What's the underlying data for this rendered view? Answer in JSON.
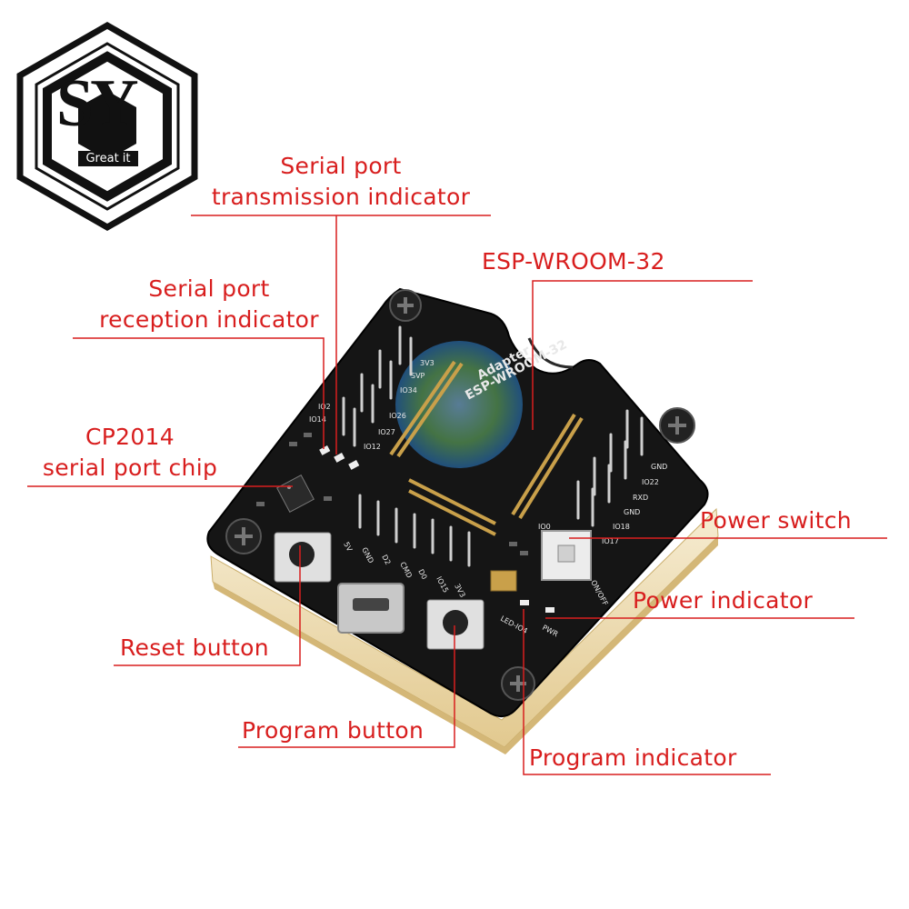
{
  "logo": {
    "letters": "SY",
    "tagline": "Great it"
  },
  "board": {
    "silkscreen_title_1": "Adapter",
    "silkscreen_title_2": "ESP-WROOM-32",
    "pins_left": [
      "3V3",
      "SVP",
      "IO34",
      "IO26",
      "IO27",
      "IO12"
    ],
    "pins_far_left": [
      "IO2",
      "IO14"
    ],
    "pins_right": [
      "GND",
      "IO22",
      "RXD",
      "GND",
      "IO18",
      "IO17"
    ],
    "pins_bottom": [
      "5V",
      "GND",
      "D2",
      "CMD",
      "D0",
      "IO15",
      "3V3"
    ],
    "pins_mid_right": [
      "IO0"
    ],
    "switch_label": "ON/OFF",
    "led_label_1": "LED-IO4",
    "led_label_2": "PWR"
  },
  "callouts": {
    "tx_indicator": [
      "Serial port",
      "transmission indicator"
    ],
    "rx_indicator": [
      "Serial port",
      "reception indicator"
    ],
    "module": "ESP-WROOM-32",
    "chip": [
      "CP2014",
      "serial port chip"
    ],
    "power_switch": "Power switch",
    "power_indicator": "Power indicator",
    "reset_button": "Reset button",
    "program_button": "Program button",
    "program_indicator": "Program indicator"
  },
  "colors": {
    "callout": "#d81e1e",
    "board": "#151515",
    "silkscreen": "#e8e8e8",
    "pin_gold": "#c9a04a"
  }
}
